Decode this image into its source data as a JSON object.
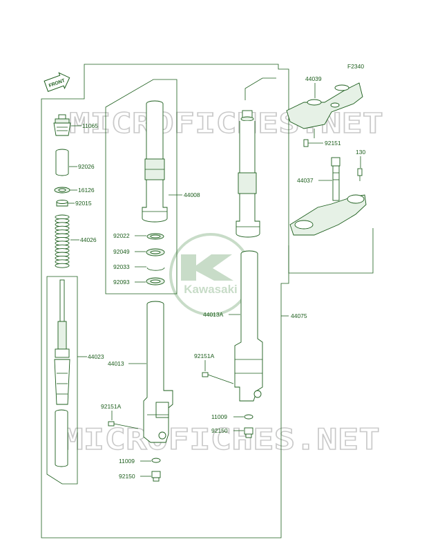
{
  "figure_code": "F2340",
  "front_arrow": "FRONT",
  "watermark": "MICROFICHES.NET",
  "brand": "Kawasaki",
  "labels": {
    "p11065": "11065",
    "p92026": "92026",
    "p16126": "16126",
    "p92015": "92015",
    "p44026": "44026",
    "p44023": "44023",
    "p44008": "44008",
    "p92022": "92022",
    "p92049": "92049",
    "p92033": "92033",
    "p92093": "92093",
    "p44013": "44013",
    "p92151A_left": "92151A",
    "p11009_left": "11009",
    "p92150_left": "92150",
    "p44039": "44039",
    "p92151": "92151",
    "p130": "130",
    "p44037": "44037",
    "p44013A": "44013A",
    "p44075": "44075",
    "p92151A_right": "92151A",
    "p11009_right": "11009",
    "p92150_right": "92150"
  },
  "colors": {
    "line": "#1a5c1a",
    "watermark": "#c9c9c9",
    "logo": "#c8dcc8"
  }
}
